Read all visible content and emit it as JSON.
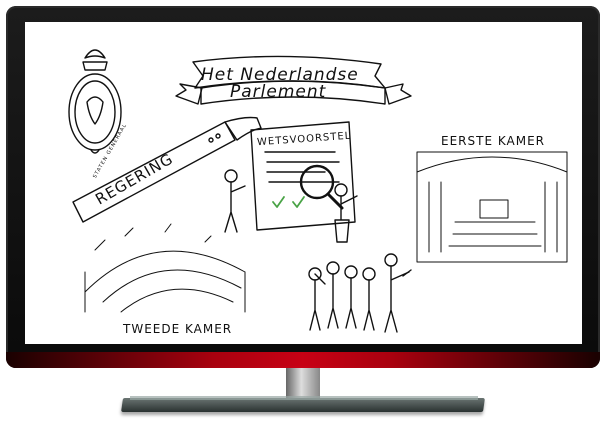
{
  "banner": {
    "line1": "Het Nederlandse",
    "line2": "Parlement"
  },
  "seal": {
    "text": "STATEN GENERAAL"
  },
  "arrow": {
    "label": "REGERING"
  },
  "document": {
    "title": "WETSVOORSTEL"
  },
  "labels": {
    "eerste_kamer": "EERSTE KAMER",
    "tweede_kamer": "TWEEDE KAMER"
  },
  "colors": {
    "bezel": "#0d0d0d",
    "accent_strip": "#c8001a",
    "checkmark": "#49a346",
    "ink": "#111111"
  }
}
